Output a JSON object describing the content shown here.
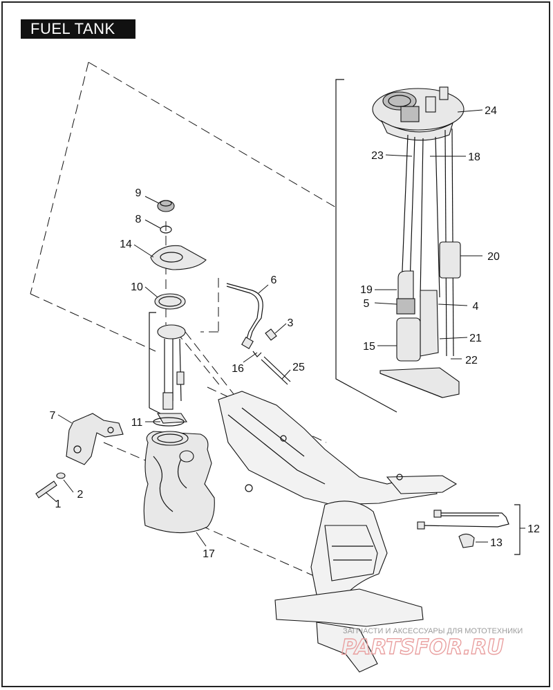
{
  "title": "FUEL TANK",
  "callouts": [
    {
      "id": "c1",
      "label": "1"
    },
    {
      "id": "c2",
      "label": "2"
    },
    {
      "id": "c3",
      "label": "3"
    },
    {
      "id": "c4",
      "label": "4"
    },
    {
      "id": "c5",
      "label": "5"
    },
    {
      "id": "c6",
      "label": "6"
    },
    {
      "id": "c7",
      "label": "7"
    },
    {
      "id": "c8",
      "label": "8"
    },
    {
      "id": "c9",
      "label": "9"
    },
    {
      "id": "c10",
      "label": "10"
    },
    {
      "id": "c11",
      "label": "11"
    },
    {
      "id": "c12",
      "label": "12"
    },
    {
      "id": "c13",
      "label": "13"
    },
    {
      "id": "c14",
      "label": "14"
    },
    {
      "id": "c15",
      "label": "15"
    },
    {
      "id": "c16",
      "label": "16"
    },
    {
      "id": "c17",
      "label": "17"
    },
    {
      "id": "c18",
      "label": "18"
    },
    {
      "id": "c19",
      "label": "19"
    },
    {
      "id": "c20",
      "label": "20"
    },
    {
      "id": "c21",
      "label": "21"
    },
    {
      "id": "c22",
      "label": "22"
    },
    {
      "id": "c23",
      "label": "23"
    },
    {
      "id": "c24",
      "label": "24"
    },
    {
      "id": "c25",
      "label": "25"
    }
  ],
  "watermark": {
    "text": "ЗАПЧАСТИ И АКСЕССУАРЫ ДЛЯ МОТОТЕХНИКИ",
    "brand": "PARTSFOR.RU"
  }
}
